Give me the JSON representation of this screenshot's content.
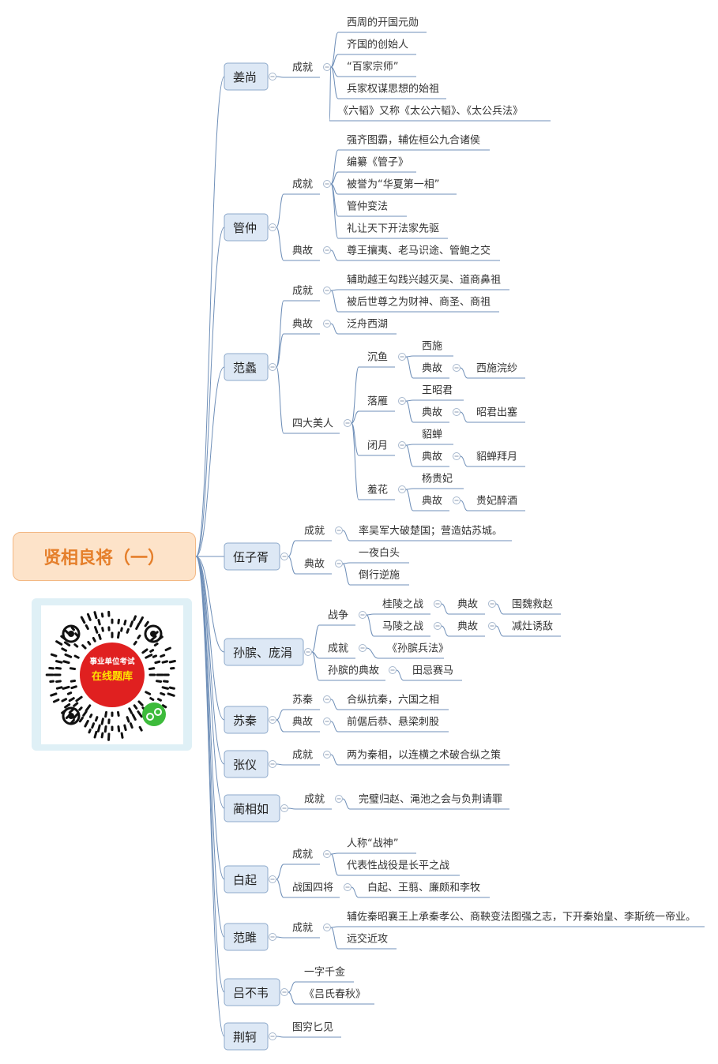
{
  "root": "贤相良将（一）",
  "qr": {
    "line1": "事业单位考试",
    "line2": "在线题库",
    "logo": "mini-program-logo-icon"
  },
  "colors": {
    "root_fill": "#fde3c9",
    "root_border": "#f3b884",
    "root_text": "#e57f2b",
    "topic_fill": "#dde8f5",
    "topic_border": "#8eaacb",
    "line": "#6f8fb8",
    "qr_bg": "#dff0f6",
    "qr_circle": "#e02020",
    "qr_text_yellow": "#ffe400",
    "logo_green": "#3dbb3b"
  },
  "figures": [
    {
      "name": "姜尚",
      "children": [
        {
          "label": "成就",
          "children": [
            {
              "label": "西周的开国元勋"
            },
            {
              "label": "齐国的创始人"
            },
            {
              "label": "“百家宗师”"
            },
            {
              "label": "兵家权谋思想的始祖"
            },
            {
              "label": "《六韬》又称《太公六韬》、《太公兵法》"
            }
          ]
        }
      ]
    },
    {
      "name": "管仲",
      "children": [
        {
          "label": "成就",
          "children": [
            {
              "label": "强齐图霸，辅佐桓公九合诸侯"
            },
            {
              "label": "编纂《管子》"
            },
            {
              "label": "被誉为“华夏第一相”"
            },
            {
              "label": "管仲变法"
            },
            {
              "label": "礼让天下开法家先驱"
            }
          ]
        },
        {
          "label": "典故",
          "children": [
            {
              "label": "尊王攘夷、老马识途、管鲍之交"
            }
          ]
        }
      ]
    },
    {
      "name": "范蠡",
      "children": [
        {
          "label": "成就",
          "children": [
            {
              "label": "辅助越王勾践兴越灭吴、道商鼻祖"
            },
            {
              "label": "被后世尊之为财神、商圣、商祖"
            }
          ]
        },
        {
          "label": "典故",
          "children": [
            {
              "label": "泛舟西湖"
            }
          ]
        },
        {
          "label": "四大美人",
          "children": [
            {
              "label": "沉鱼",
              "children": [
                {
                  "label": "西施"
                },
                {
                  "label": "典故",
                  "children": [
                    {
                      "label": "西施浣纱"
                    }
                  ]
                }
              ]
            },
            {
              "label": "落雁",
              "children": [
                {
                  "label": "王昭君"
                },
                {
                  "label": "典故",
                  "children": [
                    {
                      "label": "昭君出塞"
                    }
                  ]
                }
              ]
            },
            {
              "label": "闭月",
              "children": [
                {
                  "label": "貂蝉"
                },
                {
                  "label": "典故",
                  "children": [
                    {
                      "label": "貂蝉拜月"
                    }
                  ]
                }
              ]
            },
            {
              "label": "羞花",
              "children": [
                {
                  "label": "杨贵妃"
                },
                {
                  "label": "典故",
                  "children": [
                    {
                      "label": "贵妃醉酒"
                    }
                  ]
                }
              ]
            }
          ]
        }
      ]
    },
    {
      "name": "伍子胥",
      "children": [
        {
          "label": "成就",
          "children": [
            {
              "label": "率吴军大破楚国；营造姑苏城。"
            }
          ]
        },
        {
          "label": "典故",
          "children": [
            {
              "label": "一夜白头"
            },
            {
              "label": "倒行逆施"
            }
          ]
        }
      ]
    },
    {
      "name": "孙膑、庞涓",
      "children": [
        {
          "label": "战争",
          "children": [
            {
              "label": "桂陵之战",
              "children": [
                {
                  "label": "典故",
                  "children": [
                    {
                      "label": "围魏救赵"
                    }
                  ]
                }
              ]
            },
            {
              "label": "马陵之战",
              "children": [
                {
                  "label": "典故",
                  "children": [
                    {
                      "label": "减灶诱敌"
                    }
                  ]
                }
              ]
            }
          ]
        },
        {
          "label": "成就",
          "children": [
            {
              "label": "《孙膑兵法》"
            }
          ]
        },
        {
          "label": "孙膑的典故",
          "children": [
            {
              "label": "田忌赛马"
            }
          ]
        }
      ]
    },
    {
      "name": "苏秦",
      "children": [
        {
          "label": "苏秦",
          "children": [
            {
              "label": "合纵抗秦，六国之相"
            }
          ]
        },
        {
          "label": "典故",
          "children": [
            {
              "label": "前倨后恭、悬梁刺股"
            }
          ]
        }
      ]
    },
    {
      "name": "张仪",
      "children": [
        {
          "label": "成就",
          "children": [
            {
              "label": "两为秦相，以连横之术破合纵之策"
            }
          ]
        }
      ]
    },
    {
      "name": "蔺相如",
      "children": [
        {
          "label": "成就",
          "children": [
            {
              "label": "完璧归赵、渑池之会与负荆请罪"
            }
          ]
        }
      ]
    },
    {
      "name": "白起",
      "children": [
        {
          "label": "成就",
          "children": [
            {
              "label": "人称“战神”"
            },
            {
              "label": "代表性战役是长平之战"
            }
          ]
        },
        {
          "label": "战国四将",
          "children": [
            {
              "label": "白起、王翦、廉颇和李牧"
            }
          ]
        }
      ]
    },
    {
      "name": "范雎",
      "children": [
        {
          "label": "成就",
          "children": [
            {
              "label": "辅佐秦昭襄王上承秦孝公、商鞅变法图强之志，下开秦始皇、李斯统一帝业。"
            },
            {
              "label": "远交近攻"
            }
          ]
        }
      ]
    },
    {
      "name": "吕不韦",
      "children": [
        {
          "label": "一字千金"
        },
        {
          "label": "《吕氏春秋》"
        }
      ]
    },
    {
      "name": "荆轲",
      "children": [
        {
          "label": "图穷匕见"
        }
      ]
    }
  ]
}
